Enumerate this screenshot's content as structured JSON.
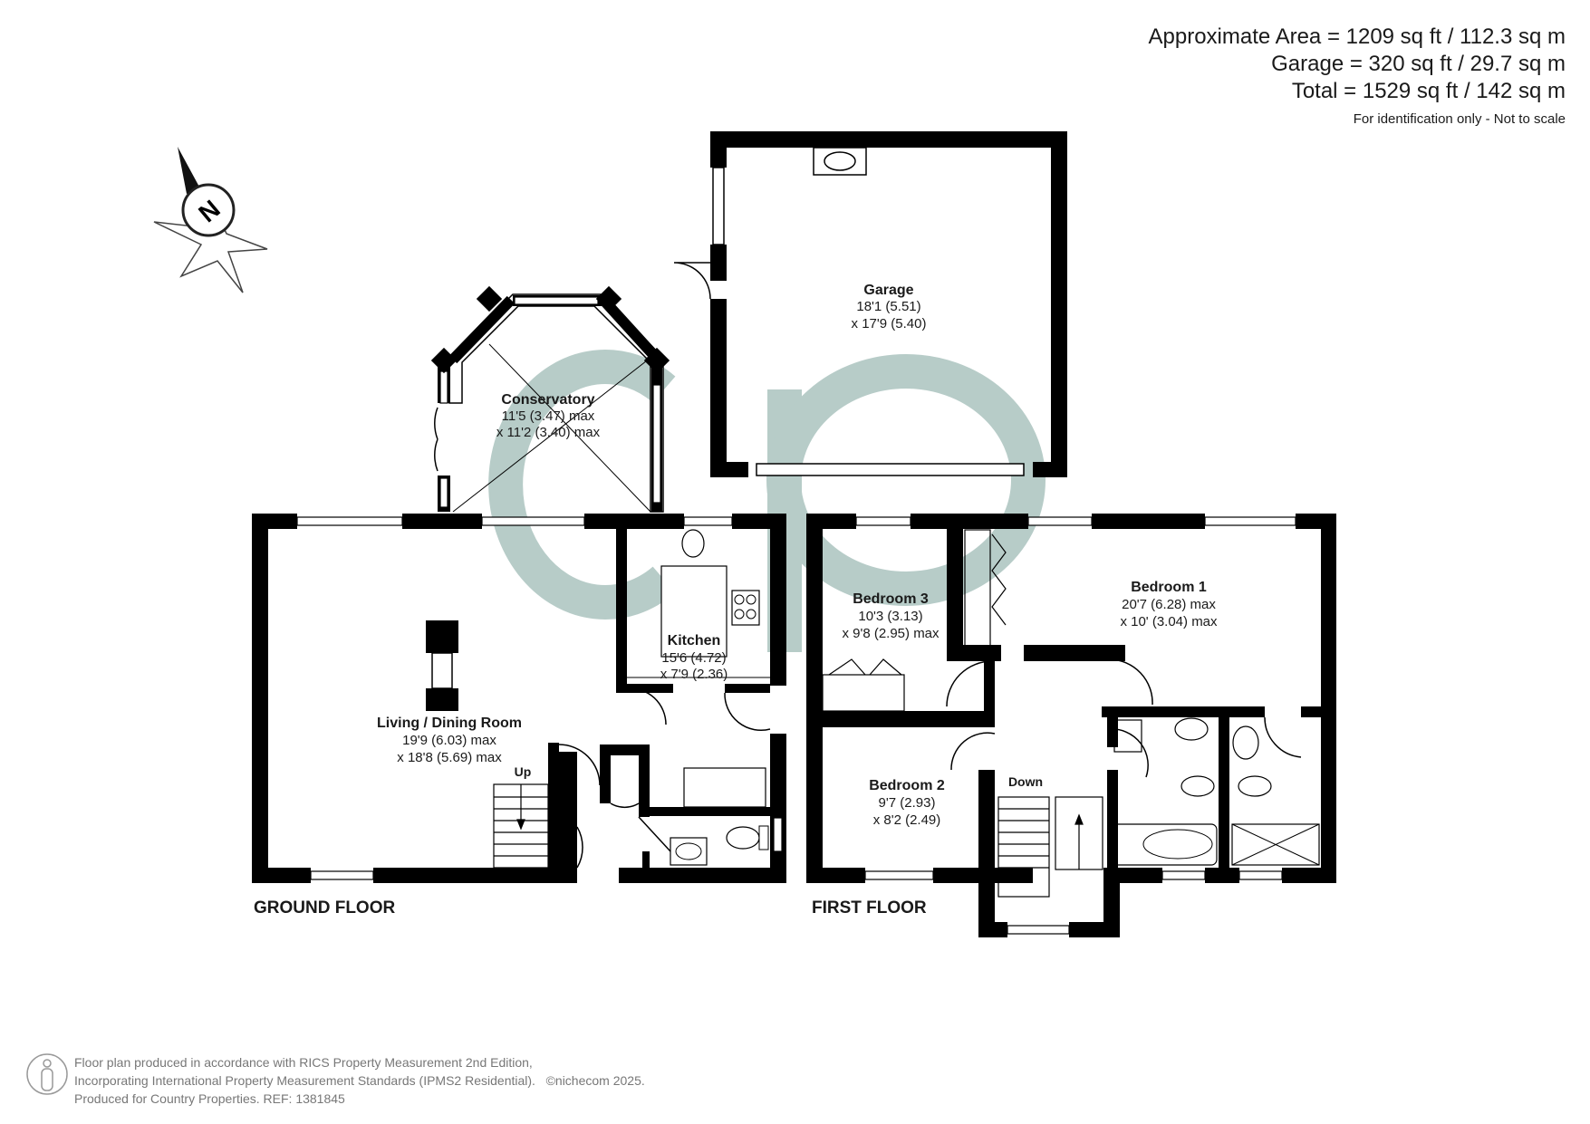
{
  "header": {
    "area_line": "Approximate Area = 1209 sq ft / 112.3 sq m",
    "garage_line": "Garage = 320 sq ft / 29.7 sq m",
    "total_line": "Total = 1529 sq ft / 142 sq m",
    "disclaimer": "For identification only - Not to scale"
  },
  "compass": {
    "label": "N"
  },
  "floors": {
    "ground": "GROUND FLOOR",
    "first": "FIRST FLOOR"
  },
  "rooms": {
    "garage": {
      "name": "Garage",
      "dim1": "18'1 (5.51)",
      "dim2": "x 17'9 (5.40)"
    },
    "conservatory": {
      "name": "Conservatory",
      "dim1": "11'5 (3.47) max",
      "dim2": "x 11'2 (3.40) max"
    },
    "kitchen": {
      "name": "Kitchen",
      "dim1": "15'6 (4.72)",
      "dim2": "x 7'9 (2.36)"
    },
    "living": {
      "name": "Living / Dining Room",
      "dim1": "19'9 (6.03) max",
      "dim2": "x 18'8 (5.69) max"
    },
    "bedroom1": {
      "name": "Bedroom 1",
      "dim1": "20'7 (6.28) max",
      "dim2": "x 10' (3.04) max"
    },
    "bedroom2": {
      "name": "Bedroom 2",
      "dim1": "9'7 (2.93)",
      "dim2": "x 8'2 (2.49)"
    },
    "bedroom3": {
      "name": "Bedroom 3",
      "dim1": "10'3 (3.13)",
      "dim2": "x 9'8 (2.95) max"
    }
  },
  "stairs": {
    "up": "Up",
    "down": "Down"
  },
  "watermark": {
    "text": "cp",
    "color": "#b7ccc8"
  },
  "footer": {
    "line1": "Floor plan produced in accordance with RICS Property Measurement 2nd Edition,",
    "line2": "Incorporating International Property Measurement Standards (IPMS2 Residential).",
    "copyright": "©nichecom 2025.",
    "line3": "Produced for Country Properties.   REF: 1381845"
  }
}
